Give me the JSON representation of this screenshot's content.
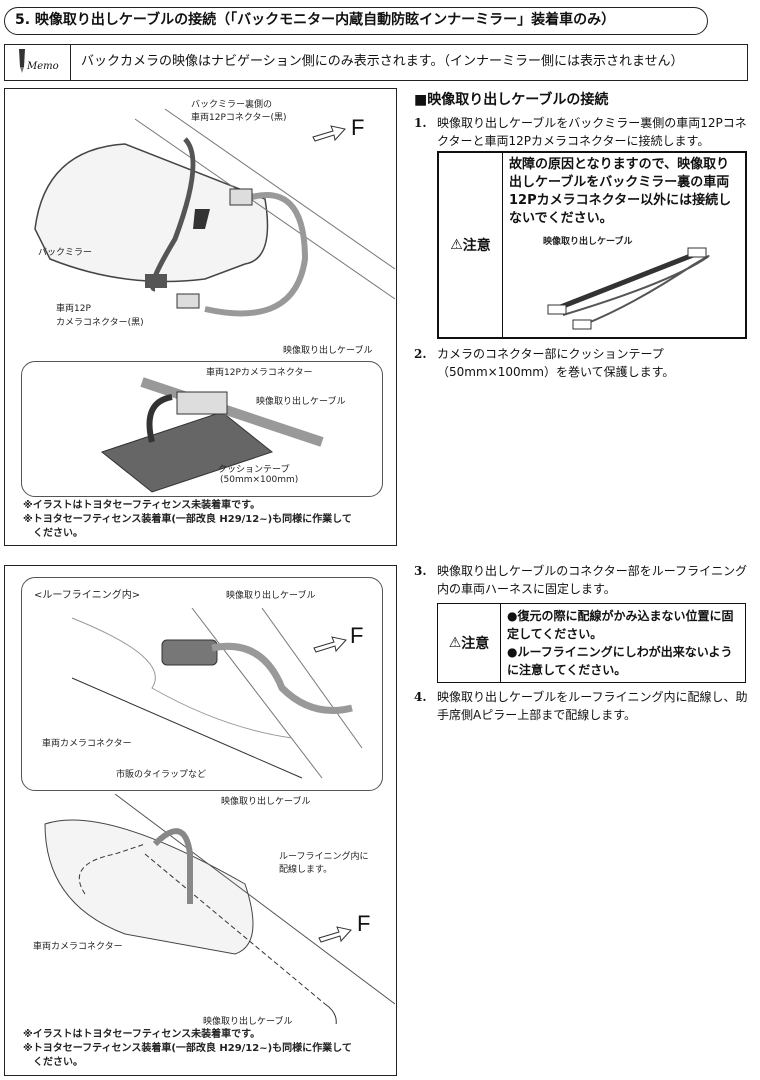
{
  "header": {
    "title": "5. 映像取り出しケーブルの接続（「バックモニター内蔵自動防眩インナーミラー」装着車のみ）"
  },
  "memo": {
    "icon_label": "Memo",
    "text": "バックカメラの映像はナビゲーション側にのみ表示されます。（インナーミラー側には表示されません）"
  },
  "figure1": {
    "labels": {
      "mirror_connector_1": "バックミラー裏側の",
      "mirror_connector_2": "車両12Pコネクター(黒)",
      "mirror": "バックミラー",
      "camera_connector_1": "車両12P",
      "camera_connector_2": "カメラコネクター(黒)",
      "cable": "映像取り出しケーブル",
      "direction": "F"
    },
    "inset": {
      "camera_connector": "車両12Pカメラコネクター",
      "cable": "映像取り出しケーブル",
      "tape_1": "クッションテープ",
      "tape_2": "(50mm×100mm)"
    },
    "notes": [
      "※イラストはトヨタセーフティセンス未装着車です。",
      "※トヨタセーフティセンス装着車(一部改良 H29/12~)も同様に作業して",
      "　ください。"
    ]
  },
  "figure2": {
    "inset": {
      "title": "<ルーフライニング内>",
      "cable": "映像取り出しケーブル",
      "direction": "F",
      "camera_connector": "車両カメラコネクター",
      "tie": "市販のタイラップなど"
    },
    "labels": {
      "cable_top": "映像取り出しケーブル",
      "routing_1": "ルーフライニング内に",
      "routing_2": "配線します。",
      "direction": "F",
      "camera_connector": "車両カメラコネクター",
      "cable_bottom": "映像取り出しケーブル"
    },
    "notes": [
      "※イラストはトヨタセーフティセンス未装着車です。",
      "※トヨタセーフティセンス装着車(一部改良 H29/12~)も同様に作業して",
      "　ください。"
    ]
  },
  "instructions": {
    "heading": "■映像取り出しケーブルの接続",
    "steps": [
      {
        "num": "1.",
        "text": "映像取り出しケーブルをバックミラー裏側の車両12Pコネクターと車両12Pカメラコネクターに接続します。"
      },
      {
        "num": "2.",
        "text": "カメラのコネクター部にクッションテープ（50mm×100mm）を巻いて保護します。"
      },
      {
        "num": "3.",
        "text": "映像取り出しケーブルのコネクター部をルーフライニング内の車両ハーネスに固定します。"
      },
      {
        "num": "4.",
        "text": "映像取り出しケーブルをルーフライニング内に配線し、助手席側Aピラー上部まで配線します。"
      }
    ],
    "caution1": {
      "label": "注意",
      "text": "故障の原因となりますので、映像取り出しケーブルをバックミラー裏の車両12Pカメラコネクター以外には接続しないでください。",
      "image_label": "映像取り出しケーブル"
    },
    "caution2": {
      "label": "注意",
      "items": [
        "●復元の際に配線がかみ込まない位置に固定してください。",
        "●ルーフライニングにしわが出来ないように注意してください。"
      ]
    }
  }
}
